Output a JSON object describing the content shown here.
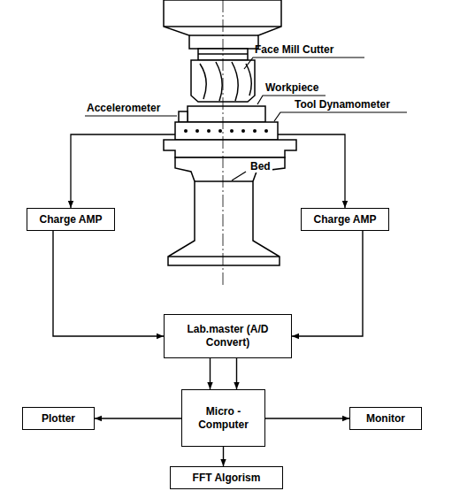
{
  "diagram": {
    "nodes": [
      {
        "text": [
          "Charge AMP"
        ]
      },
      {
        "text": [
          "Charge AMP"
        ]
      },
      {
        "text": [
          "Lab.master (A/D Convert)"
        ]
      },
      {
        "text": [
          "Plotter"
        ]
      },
      {
        "text": [
          "Micro - Computer"
        ]
      },
      {
        "text": [
          "Monitor"
        ]
      },
      {
        "text": [
          "FFT Algorism"
        ]
      }
    ],
    "edges": [
      {
        "from": 0,
        "to": 2,
        "arrow": "to"
      },
      {
        "from": 1,
        "to": 2,
        "arrow": "to"
      },
      {
        "from": 2,
        "to": 4,
        "arrow": "to"
      },
      {
        "from": 2,
        "to": 4,
        "arrow": "to"
      },
      {
        "from": 4,
        "to": 3,
        "arrow": "to"
      },
      {
        "from": 4,
        "to": 5,
        "arrow": "to"
      },
      {
        "from": 4,
        "to": 6,
        "arrow": "to"
      }
    ],
    "labels": [
      "Face Mill Cutter",
      "Workpiece",
      "Accelerometer",
      "Tool Dynamometer",
      "Bed"
    ]
  }
}
